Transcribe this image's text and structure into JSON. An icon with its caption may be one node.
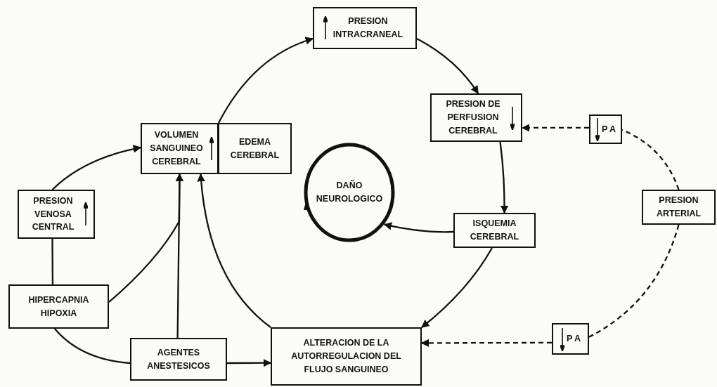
{
  "diagram": {
    "nodes": [
      {
        "text": [
          "VOLUMEN SANGUINEO CEREBRAL"
        ]
      },
      {
        "text": [
          "EDEMA CEREBRAL"
        ]
      },
      {
        "text": [
          "PRESION INTRACRANEAL"
        ]
      },
      {
        "text": [
          "PRESION DE PERFUSION CEREBRAL"
        ]
      },
      {
        "text": [
          "P A"
        ]
      },
      {
        "text": [
          "PRESION ARTERIAL"
        ]
      },
      {
        "text": [
          "DAÑO NEUROLOGICO"
        ]
      },
      {
        "text": [
          "ISQUEMIA CEREBRAL"
        ]
      },
      {
        "text": [
          "P A"
        ]
      },
      {
        "text": [
          "PRESION VENOSA CENTRAL"
        ]
      },
      {
        "text": [
          "HIPERCAPNIA HIPOXIA"
        ]
      },
      {
        "text": [
          "AGENTES ANESTESICOS"
        ]
      },
      {
        "text": [
          "ALTERACION DE LA AUTORREGULACION DEL FLUJO SANGUINEO"
        ]
      }
    ],
    "edges": [
      {
        "from": 9,
        "to": 0,
        "arrow": "to"
      },
      {
        "from": 0,
        "to": 2,
        "arrow": "to"
      },
      {
        "from": 2,
        "to": 3,
        "arrow": "to"
      },
      {
        "from": 3,
        "to": 7,
        "arrow": "to"
      },
      {
        "from": 7,
        "to": 6,
        "arrow": "to"
      },
      {
        "from": 7,
        "to": 12,
        "arrow": "to"
      },
      {
        "from": 4,
        "to": 3,
        "arrow": "to",
        "style": "dashed"
      },
      {
        "from": 5,
        "to": 4,
        "arrow": "none",
        "style": "dashed"
      },
      {
        "from": 5,
        "to": 8,
        "arrow": "none",
        "style": "dashed"
      },
      {
        "from": 8,
        "to": 12,
        "arrow": "to",
        "style": "dashed"
      },
      {
        "from": 12,
        "to": 0,
        "arrow": "to"
      },
      {
        "from": 10,
        "to": 0,
        "arrow": "to"
      },
      {
        "from": 11,
        "to": 0,
        "arrow": "to"
      },
      {
        "from": 9,
        "to": 10,
        "arrow": "none"
      },
      {
        "from": 10,
        "to": 11,
        "arrow": "none"
      },
      {
        "from": 11,
        "to": 12,
        "arrow": "to"
      }
    ]
  }
}
